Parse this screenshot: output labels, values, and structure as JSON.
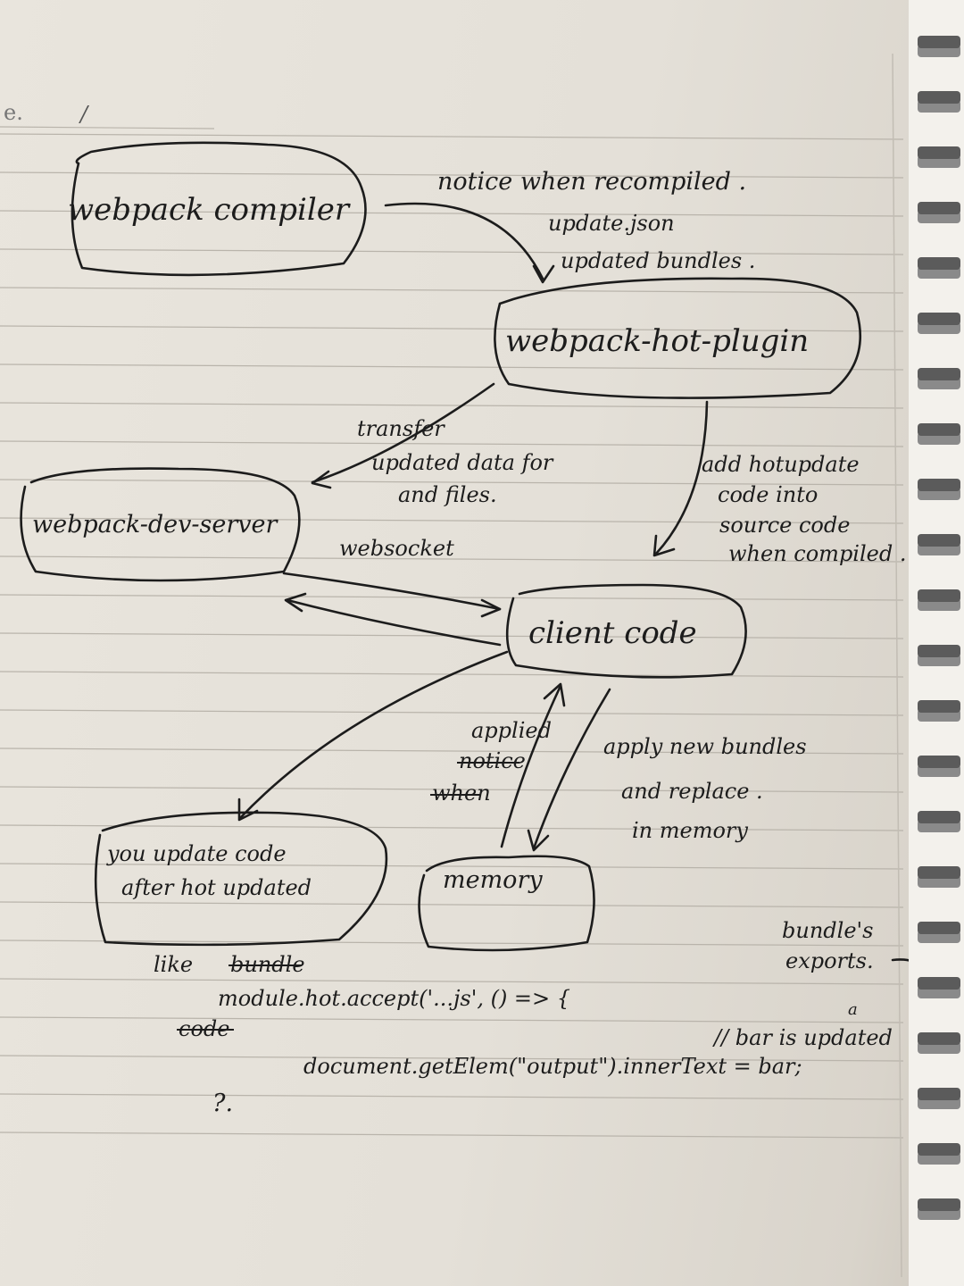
{
  "header": {
    "mark_left": "e.",
    "mark_slash": "/"
  },
  "nodes": {
    "compiler": "webpack compiler",
    "hot_plugin": "webpack-hot-plugin",
    "dev_server": "webpack-dev-server",
    "client_code": "client code",
    "user_code": [
      "you update code",
      "after hot updated"
    ],
    "memory": "memory"
  },
  "edges": {
    "compiler_to_plugin": [
      "notice when recompiled .",
      "update.json",
      "updated bundles ."
    ],
    "plugin_to_server": [
      "transfer",
      "updated data for",
      "and files."
    ],
    "plugin_to_client": [
      "add hotupdate",
      "code into",
      "source code",
      "when compiled ."
    ],
    "server_client": "websocket",
    "memory_to_client": [
      "applied",
      "notice",
      "when"
    ],
    "client_to_memory": [
      "apply new bundles",
      "and replace .",
      "in memory"
    ]
  },
  "notes": {
    "bundle_exports": [
      "bundle's",
      "exports."
    ],
    "like": "like",
    "like_struck": "bundle",
    "code_struck": "code",
    "code_line1": "module.hot.accept('...js', () => {",
    "code_line2": "document.getElem(\"output\").innerText = bar;",
    "comment": "// bar is updated",
    "comment_mark": "a",
    "question": "?."
  },
  "colors": {
    "ink": "#1c1c1c",
    "paper": "#e6e2da",
    "rule": "#b9b4ab",
    "margin": "#c2bdb4"
  }
}
